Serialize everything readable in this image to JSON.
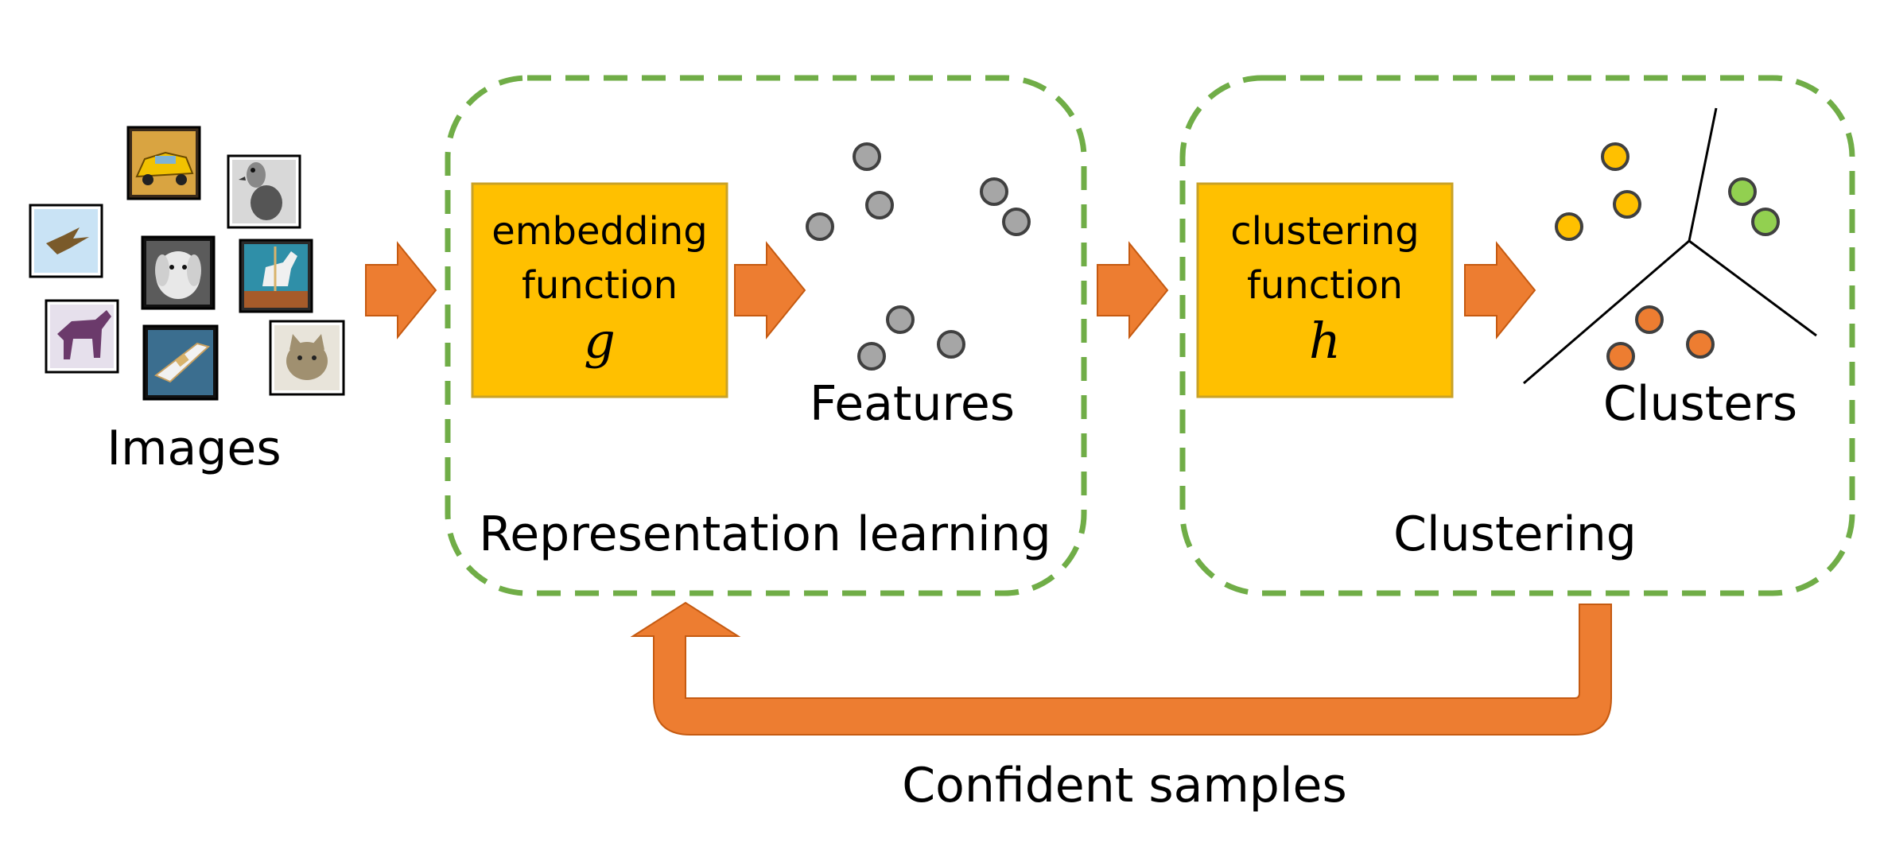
{
  "images_label": "Images",
  "representation": {
    "box_line1": "embedding",
    "box_line2": "function",
    "box_symbol": "g",
    "points_label": "Features",
    "stage_label": "Representation learning"
  },
  "clustering": {
    "box_line1": "clustering",
    "box_line2": "function",
    "box_symbol": "h",
    "points_label": "Clusters",
    "stage_label": "Clustering"
  },
  "feedback_label": "Confident samples",
  "thumbnails": [
    {
      "name": "thumb-car",
      "subject": "car"
    },
    {
      "name": "thumb-ostrich",
      "subject": "ostrich"
    },
    {
      "name": "thumb-bird",
      "subject": "bird"
    },
    {
      "name": "thumb-dog",
      "subject": "dog"
    },
    {
      "name": "thumb-horse-statue",
      "subject": "horse statue"
    },
    {
      "name": "thumb-horse",
      "subject": "horse"
    },
    {
      "name": "thumb-boat",
      "subject": "boat"
    },
    {
      "name": "thumb-cat",
      "subject": "cat"
    }
  ],
  "colors": {
    "dashed_border": "#70ad47",
    "function_box": "#ffc000",
    "function_box_border": "#c9a227",
    "arrow": "#ed7d31",
    "feature_point": "#a6a6a6",
    "cluster_yellow": "#ffc000",
    "cluster_green": "#92d050",
    "cluster_orange": "#ed7d31"
  }
}
